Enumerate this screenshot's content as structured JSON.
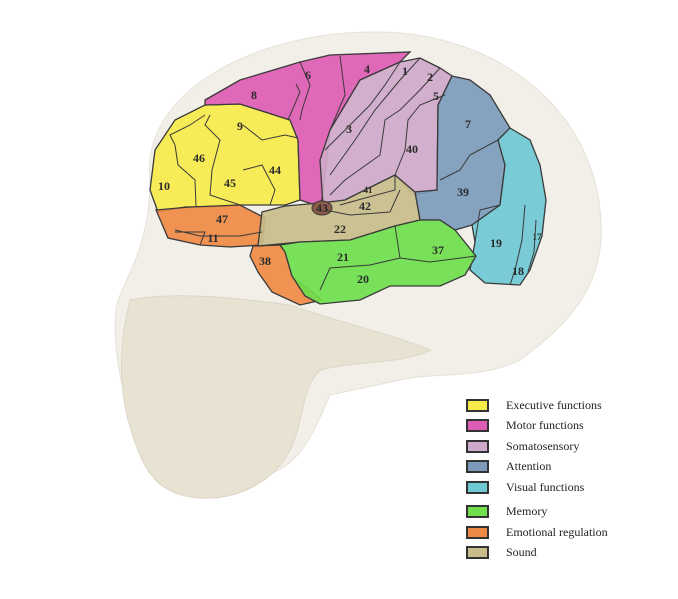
{
  "categories": [
    {
      "key": "exec",
      "label": "Executive functions",
      "color": "#f7ea4a"
    },
    {
      "key": "motor",
      "label": "Motor functions",
      "color": "#de5cb4"
    },
    {
      "key": "soma",
      "label": "Somatosensory",
      "color": "#cfa9c9"
    },
    {
      "key": "attn",
      "label": "Attention",
      "color": "#7c9bbb"
    },
    {
      "key": "visual",
      "label": "Visual functions",
      "color": "#6fc9d2"
    },
    {
      "key": "memory",
      "label": "Memory",
      "color": "#6fe04c"
    },
    {
      "key": "emotion",
      "label": "Emotional regulation",
      "color": "#ef8a44"
    },
    {
      "key": "sound",
      "label": "Sound",
      "color": "#c8bd8a"
    }
  ],
  "areas": [
    {
      "label": "1",
      "cat": "soma"
    },
    {
      "label": "2",
      "cat": "soma"
    },
    {
      "label": "3",
      "cat": "soma"
    },
    {
      "label": "4",
      "cat": "motor"
    },
    {
      "label": "5",
      "cat": "soma"
    },
    {
      "label": "6",
      "cat": "motor"
    },
    {
      "label": "7",
      "cat": "attn"
    },
    {
      "label": "8",
      "cat": "motor"
    },
    {
      "label": "9",
      "cat": "exec"
    },
    {
      "label": "10",
      "cat": "exec"
    },
    {
      "label": "11",
      "cat": "emotion"
    },
    {
      "label": "17",
      "cat": "visual"
    },
    {
      "label": "18",
      "cat": "visual"
    },
    {
      "label": "19",
      "cat": "visual"
    },
    {
      "label": "20",
      "cat": "memory"
    },
    {
      "label": "21",
      "cat": "memory"
    },
    {
      "label": "22",
      "cat": "sound"
    },
    {
      "label": "37",
      "cat": "memory"
    },
    {
      "label": "38",
      "cat": "emotion"
    },
    {
      "label": "39",
      "cat": "attn"
    },
    {
      "label": "40",
      "cat": "soma"
    },
    {
      "label": "41",
      "cat": "sound"
    },
    {
      "label": "42",
      "cat": "sound"
    },
    {
      "label": "43",
      "cat": "sound"
    },
    {
      "label": "44",
      "cat": "exec"
    },
    {
      "label": "45",
      "cat": "exec"
    },
    {
      "label": "46",
      "cat": "exec"
    },
    {
      "label": "47",
      "cat": "emotion"
    }
  ]
}
